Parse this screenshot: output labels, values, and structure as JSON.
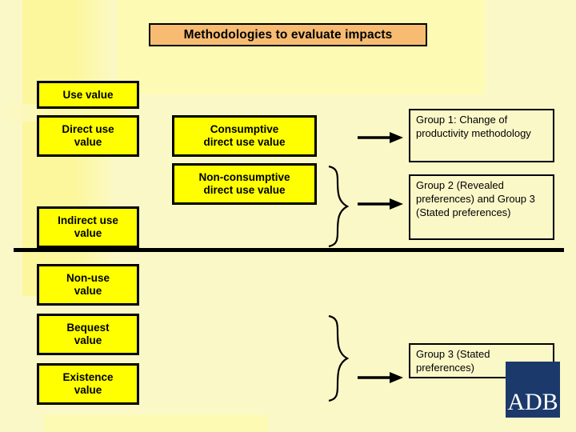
{
  "slide": {
    "title": "Methodologies to evaluate impacts",
    "title_bg_color": "#f7bc72",
    "background_color": "#fbf8c8",
    "box_fill_color": "#ffff00",
    "border_color": "#000000"
  },
  "value_boxes": {
    "use_value": "Use value",
    "direct_use_value": "Direct use\nvalue",
    "indirect_use_value": "Indirect use\nvalue",
    "non_use_value": "Non-use\nvalue",
    "bequest_value": "Bequest\nvalue",
    "existence_value": "Existence\nvalue",
    "consumptive_direct_use_value": "Consumptive\ndirect use  value",
    "non_consumptive_direct_use_value": "Non-consumptive\ndirect use value"
  },
  "group_boxes": {
    "group1": "Group 1: Change of productivity methodology",
    "group2": "Group 2 (Revealed preferences) and Group 3 (Stated preferences)",
    "group3": "Group 3 (Stated preferences)"
  },
  "logo": {
    "text": "ADB",
    "background_color": "#1b3a6b",
    "text_color": "#ffffff"
  }
}
